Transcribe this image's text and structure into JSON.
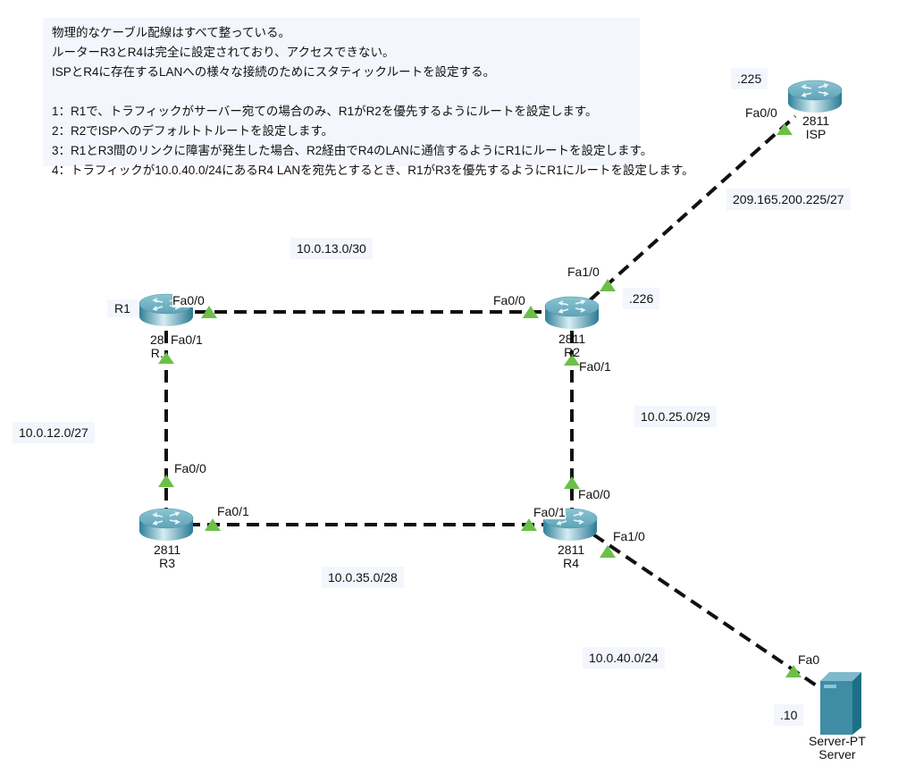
{
  "note": {
    "lines": [
      "物理的なケーブル配線はすべて整っている。",
      "ルーターR3とR4は完全に設定されており、アクセスできない。",
      "ISPとR4に存在するLANへの様々な接続のためにスタティックルートを設定する。",
      "",
      "1：R1で、トラフィックがサーバー宛ての場合のみ、R1がR2を優先するようにルートを設定します。",
      "2：R2でISPへのデフォルトトルートを設定します。",
      "3：R1とR3間のリンクに障害が発生した場合、R2経由でR4のLANに通信するようにR1にルートを設定します。",
      "4：トラフィックが10.0.40.0/24にあるR4 LANを宛先とするとき、R1がR3を優先するようにR1にルートを設定します。"
    ]
  },
  "devices": {
    "r1": {
      "model": "28",
      "name": "R.",
      "tag": "R1"
    },
    "r2": {
      "model": "2811",
      "name": "R2"
    },
    "r3": {
      "model": "2811",
      "name": "R3"
    },
    "r4": {
      "model": "2811",
      "name": "R4"
    },
    "isp": {
      "model": "2811",
      "name": "ISP"
    },
    "server": {
      "model": "Server-PT",
      "name": "Server"
    }
  },
  "interfaces": {
    "r1_fa00": "Fa0/0",
    "r1_fa01": "Fa0/1",
    "r2_fa00": "Fa0/0",
    "r2_fa01": "Fa0/1",
    "r2_fa10": "Fa1/0",
    "r3_fa00": "Fa0/0",
    "r3_fa01": "Fa0/1",
    "r4_fa00": "Fa0/0",
    "r4_fa01": "Fa0/1",
    "r4_fa10": "Fa1/0",
    "isp_fa00": "Fa0/0",
    "server_fa0": "Fa0"
  },
  "networks": {
    "r1_r2": "10.0.13.0/30",
    "r1_r3": "10.0.12.0/27",
    "r2_r4": "10.0.25.0/29",
    "r3_r4": "10.0.35.0/28",
    "r2_isp": "209.165.200.225/27",
    "r4_lan": "10.0.40.0/24"
  },
  "host_ips": {
    "isp": ".225",
    "r2": ".226",
    "server": ".10"
  },
  "colors": {
    "link_up": "#6cc04a",
    "cable": "#111111",
    "label_bg": "#f4f6fd",
    "router_top": "#6fb2c4",
    "server": "#3f8ca5"
  }
}
